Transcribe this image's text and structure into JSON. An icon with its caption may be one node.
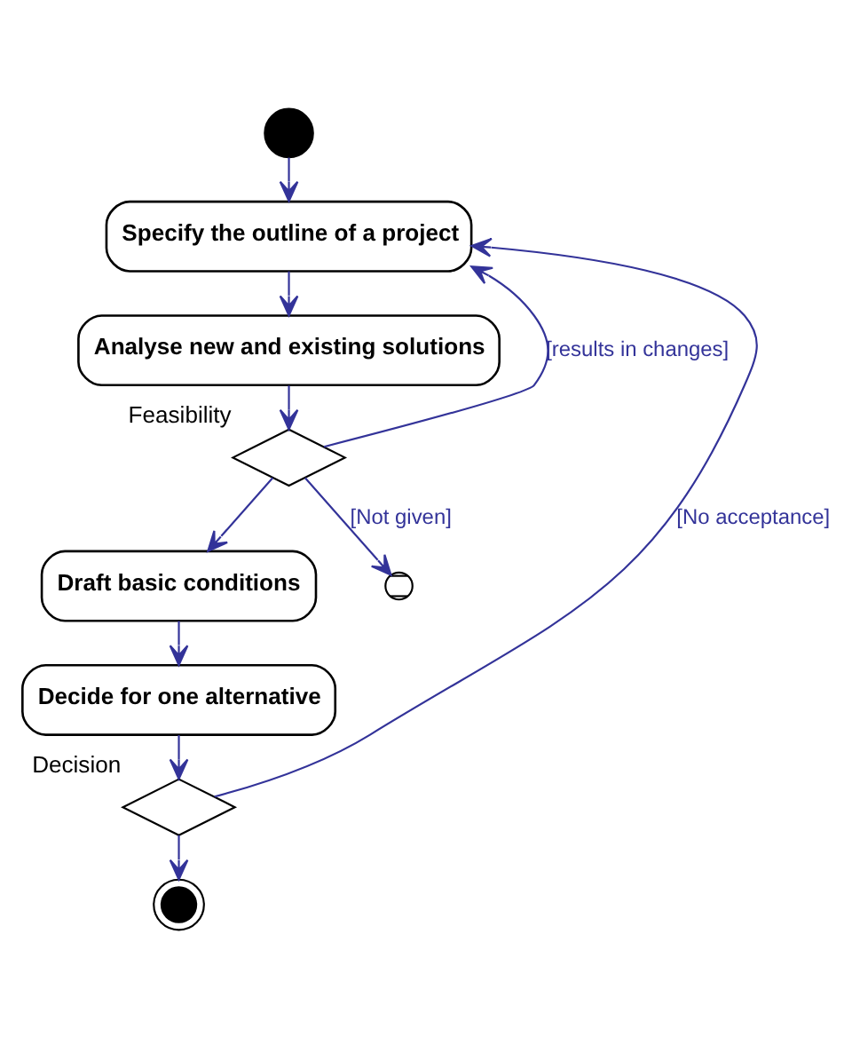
{
  "diagram": {
    "nodes": [
      {
        "text": [],
        "shape": "circle"
      },
      {
        "text": [
          "Specify the outline of a project"
        ]
      },
      {
        "text": [
          "Analyse new and existing solutions"
        ]
      },
      {
        "text": [],
        "shape": "diamond",
        "beside": [
          "Feasibility"
        ]
      },
      {
        "text": [
          "Draft basic conditions"
        ]
      },
      {
        "text": [
          "Decide for one alternative"
        ]
      },
      {
        "text": [],
        "shape": "diamond",
        "beside": [
          "Decision"
        ]
      },
      {
        "text": [],
        "shape": "bullseye"
      },
      {
        "text": [],
        "shape": "cross"
      }
    ],
    "edges": [
      {
        "from": 0,
        "to": 1,
        "arrow": "to"
      },
      {
        "from": 1,
        "to": 2,
        "arrow": "to"
      },
      {
        "from": 2,
        "to": 3,
        "arrow": "to"
      },
      {
        "from": 3,
        "to": 1,
        "arrow": "to",
        "label": "[results in changes]"
      },
      {
        "from": 3,
        "to": 8,
        "arrow": "to",
        "label": "[Not given]"
      },
      {
        "from": 3,
        "to": 4,
        "arrow": "to"
      },
      {
        "from": 4,
        "to": 5,
        "arrow": "to"
      },
      {
        "from": 5,
        "to": 6,
        "arrow": "to"
      },
      {
        "from": 6,
        "to": 1,
        "arrow": "to",
        "label": "[No acceptance]"
      },
      {
        "from": 6,
        "to": 7,
        "arrow": "to"
      }
    ]
  }
}
